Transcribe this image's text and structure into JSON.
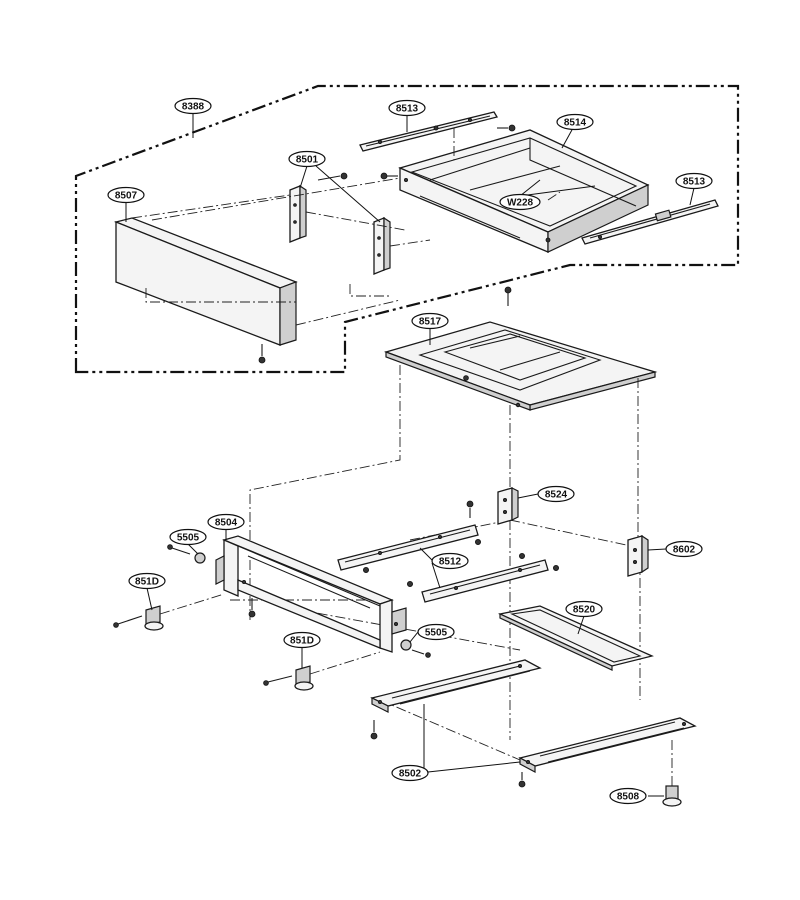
{
  "diagram": {
    "callouts": {
      "c8388": "8388",
      "c8513a": "8513",
      "c8514": "8514",
      "c8501": "8501",
      "c8507": "8507",
      "c8513b": "8513",
      "cW228": "W228",
      "c8517": "8517",
      "c8524": "8524",
      "c8504": "8504",
      "c5505a": "5505",
      "c8512": "8512",
      "c8602": "8602",
      "c851Da": "851D",
      "c8520": "8520",
      "c5505b": "5505",
      "c851Db": "851D",
      "c8502": "8502",
      "c8508": "8508"
    }
  }
}
